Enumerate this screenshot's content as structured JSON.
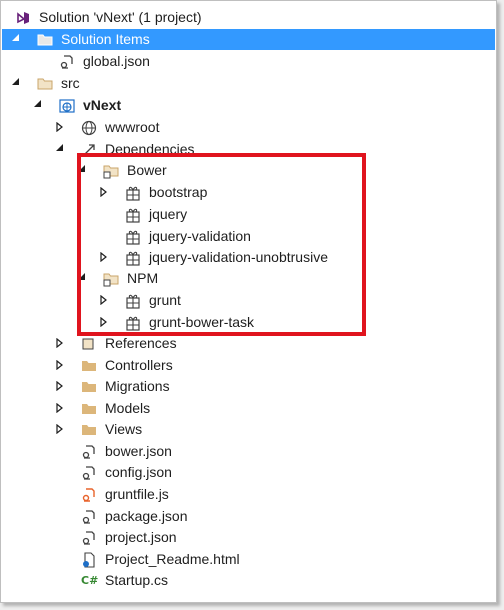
{
  "accent_colors": {
    "selection": "#3399ff",
    "highlight_box": "#e0141e",
    "folder": "#dcb67a"
  },
  "tree": {
    "solution": {
      "label": "Solution 'vNext' (1 project)",
      "icon": "visual-studio-icon"
    },
    "solution_items": {
      "label": "Solution Items",
      "icon": "folder-icon",
      "expanded": true,
      "selected": true
    },
    "global_json": {
      "label": "global.json",
      "icon": "json-file-icon"
    },
    "src": {
      "label": "src",
      "icon": "folder-icon",
      "expanded": true
    },
    "project": {
      "label": "vNext",
      "icon": "web-project-icon",
      "expanded": true
    },
    "wwwroot": {
      "label": "wwwroot",
      "icon": "globe-icon",
      "expanded": false
    },
    "dependencies": {
      "label": "Dependencies",
      "icon": "dependencies-icon",
      "expanded": true
    },
    "bower": {
      "label": "Bower",
      "icon": "package-folder-icon",
      "expanded": true
    },
    "bootstrap": {
      "label": "bootstrap",
      "icon": "package-icon",
      "expanded": false
    },
    "jquery": {
      "label": "jquery",
      "icon": "package-icon"
    },
    "jquery_validation": {
      "label": "jquery-validation",
      "icon": "package-icon"
    },
    "jquery_validation_unobtrusive": {
      "label": "jquery-validation-unobtrusive",
      "icon": "package-icon",
      "expanded": false
    },
    "npm": {
      "label": "NPM",
      "icon": "package-folder-icon",
      "expanded": true
    },
    "grunt": {
      "label": "grunt",
      "icon": "package-icon",
      "expanded": false
    },
    "grunt_bower_task": {
      "label": "grunt-bower-task",
      "icon": "package-icon",
      "expanded": false
    },
    "references": {
      "label": "References",
      "icon": "references-icon",
      "expanded": false
    },
    "controllers": {
      "label": "Controllers",
      "icon": "folder-icon",
      "expanded": false
    },
    "migrations": {
      "label": "Migrations",
      "icon": "folder-icon",
      "expanded": false
    },
    "models": {
      "label": "Models",
      "icon": "folder-icon",
      "expanded": false
    },
    "views": {
      "label": "Views",
      "icon": "folder-icon",
      "expanded": false
    },
    "bower_json": {
      "label": "bower.json",
      "icon": "json-file-icon"
    },
    "config_json": {
      "label": "config.json",
      "icon": "json-file-icon"
    },
    "gruntfile_js": {
      "label": "gruntfile.js",
      "icon": "js-file-icon"
    },
    "package_json": {
      "label": "package.json",
      "icon": "json-file-icon"
    },
    "project_json": {
      "label": "project.json",
      "icon": "json-file-icon"
    },
    "readme_html": {
      "label": "Project_Readme.html",
      "icon": "html-file-icon"
    },
    "startup_cs": {
      "label": "Startup.cs",
      "icon": "csharp-file-icon",
      "icon_text": "C#"
    }
  }
}
